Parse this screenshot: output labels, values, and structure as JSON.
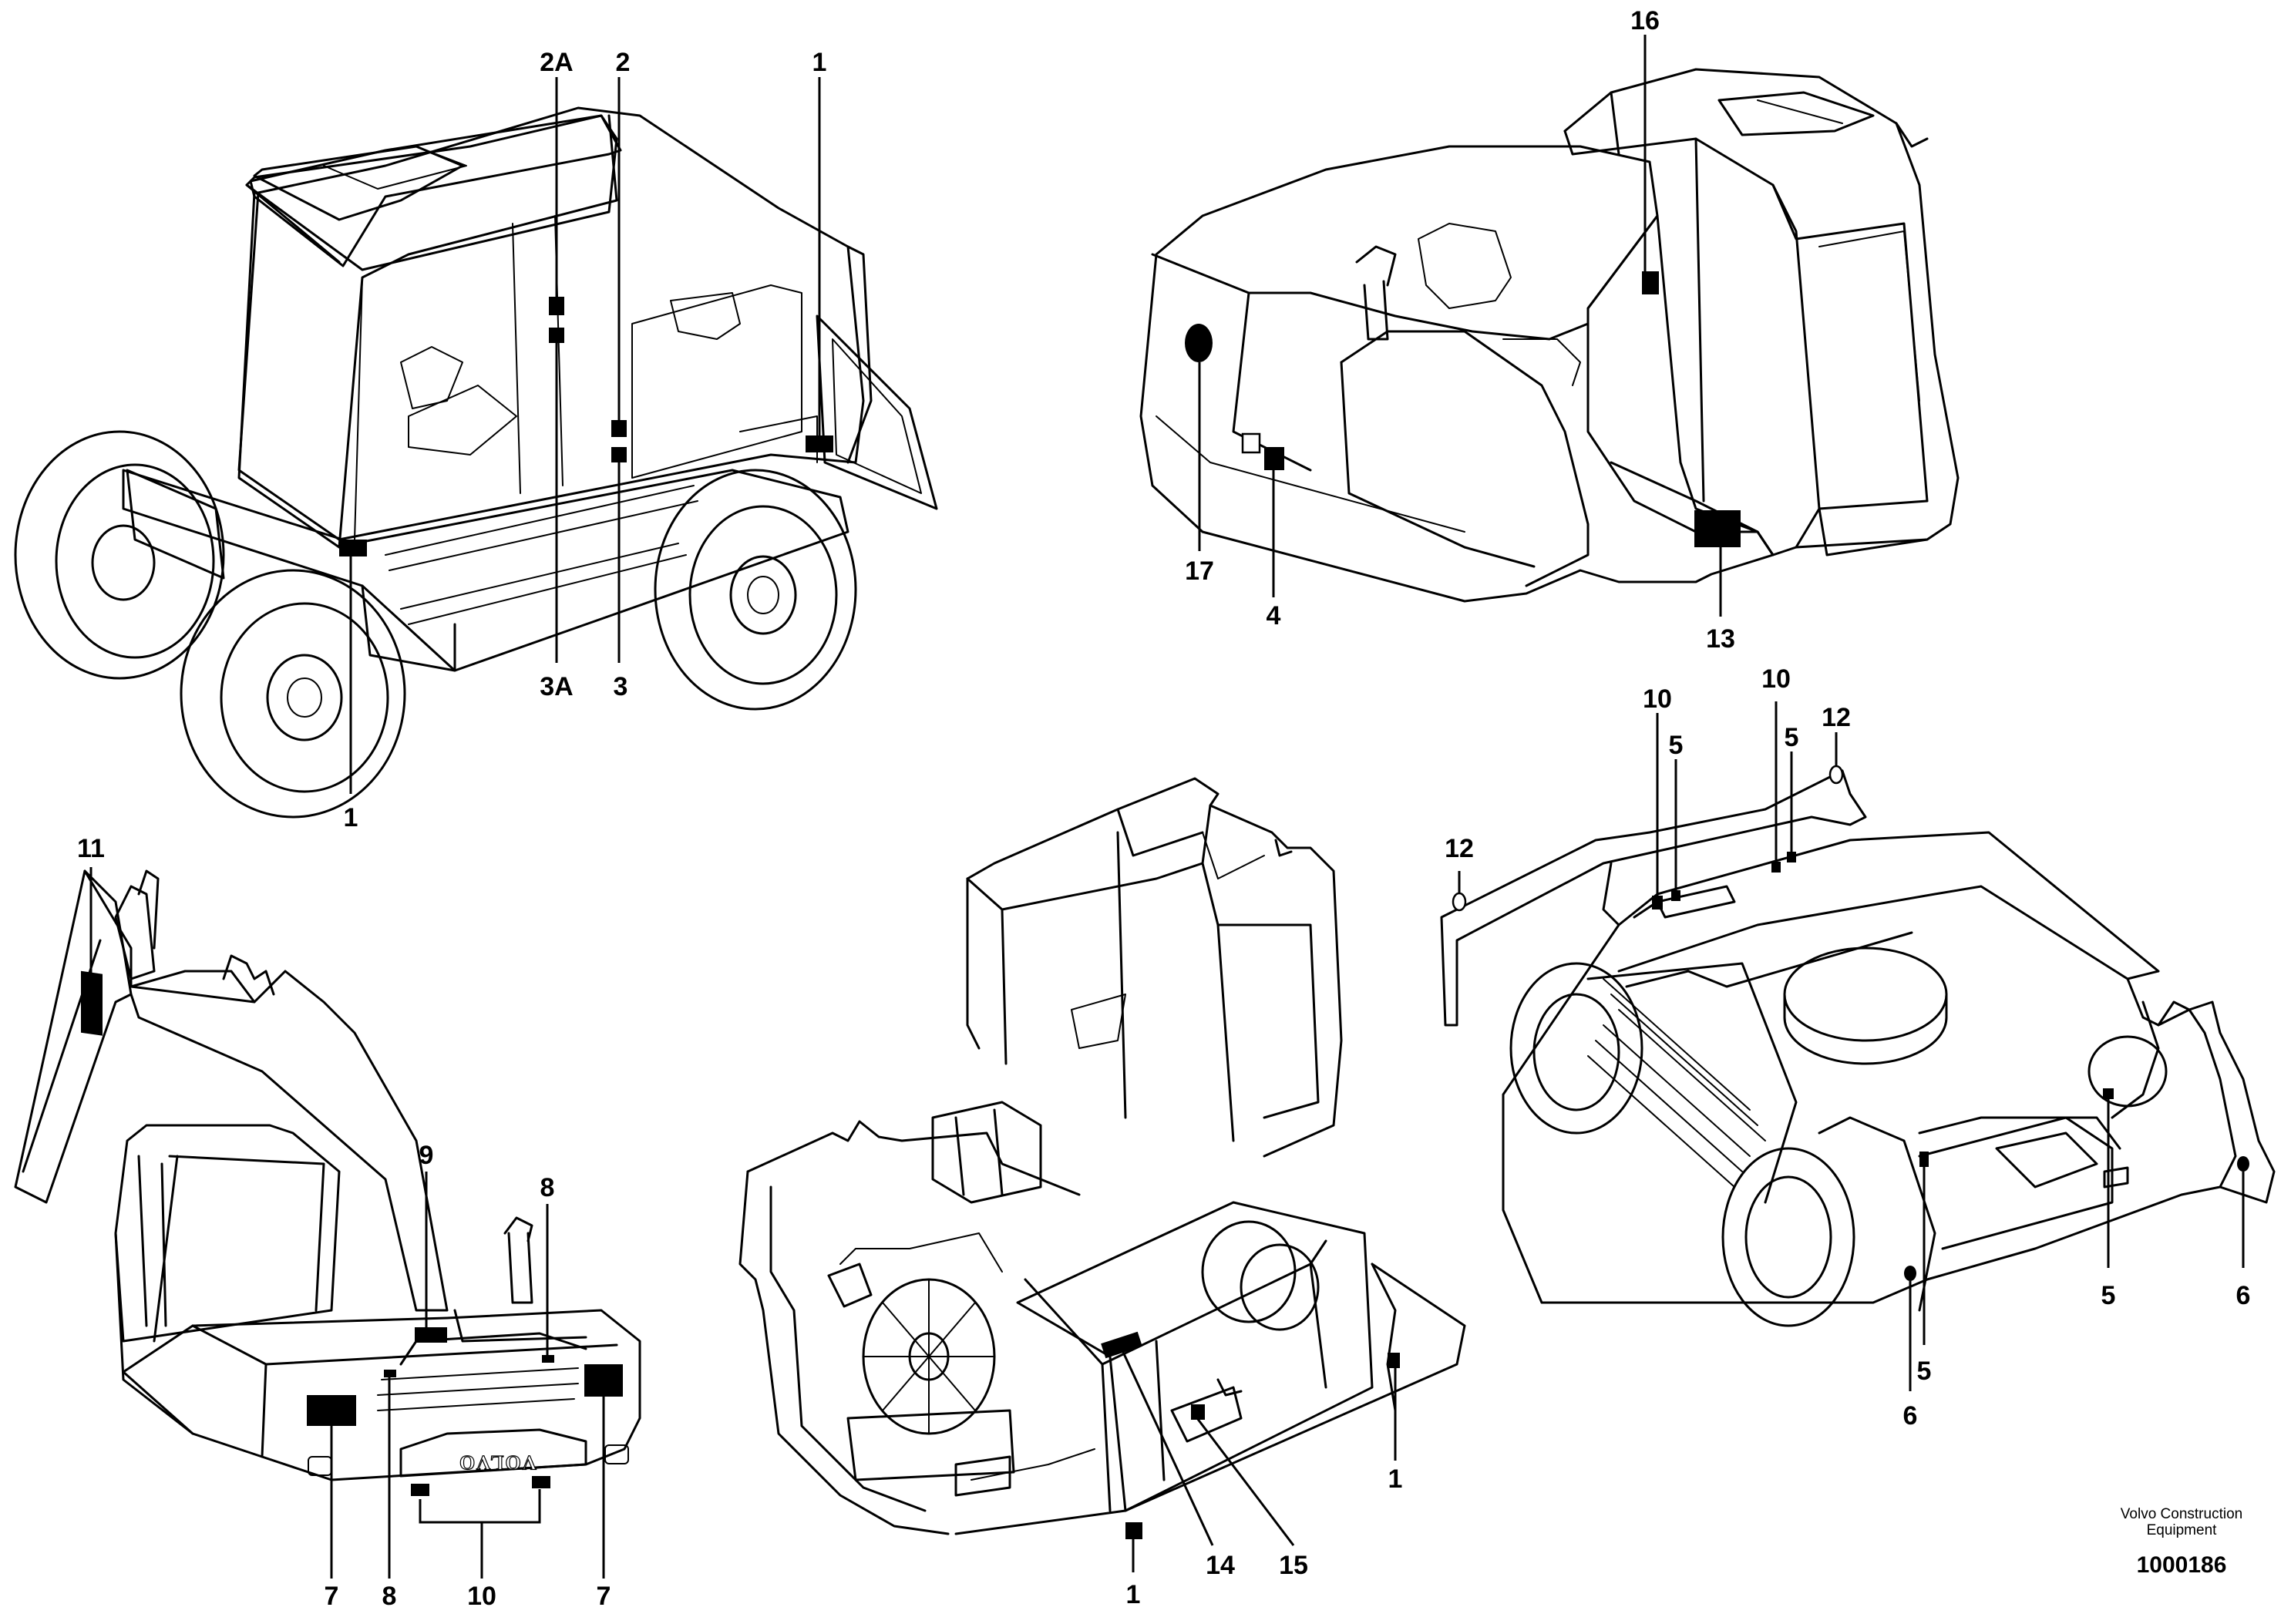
{
  "diagram": {
    "views": {
      "cab_left": {
        "labels": {
          "l_2A": "2A",
          "l_2": "2",
          "l_1_top": "1",
          "l_3A": "3A",
          "l_3": "3",
          "l_1_bottom": "1"
        }
      },
      "cab_rear": {
        "labels": {
          "l_16": "16",
          "l_17": "17",
          "l_4": "4",
          "l_13": "13"
        }
      },
      "boom_rear": {
        "labels": {
          "l_11": "11",
          "l_9": "9",
          "l_8_top": "8",
          "l_7_left": "7",
          "l_8_bottom": "8",
          "l_10": "10",
          "l_7_right": "7"
        },
        "logo_text": "VOLVO"
      },
      "engine_bay": {
        "labels": {
          "l_1_right": "1",
          "l_1_bottom": "1",
          "l_14": "14",
          "l_15": "15"
        }
      },
      "undercarriage": {
        "labels": {
          "l_10_a": "10",
          "l_5_a": "5",
          "l_10_b": "10",
          "l_5_b": "5",
          "l_12_right": "12",
          "l_12_left": "12",
          "l_5_c": "5",
          "l_6_right": "6",
          "l_5_d": "5",
          "l_6_bottom": "6"
        }
      }
    },
    "brand": {
      "line1": "Volvo Construction",
      "line2": "Equipment",
      "drawing_id": "1000186"
    }
  }
}
